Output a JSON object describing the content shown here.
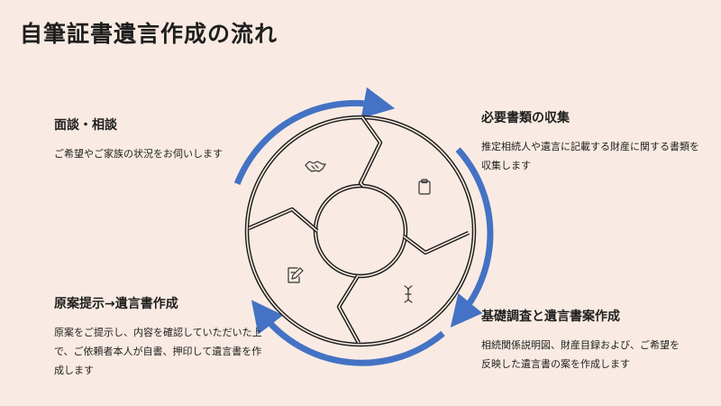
{
  "title": "自筆証書遺言作成の流れ",
  "steps": [
    {
      "title": "面談・相談",
      "description": "ご希望やご家族の状況をお伺いします",
      "icon": "handshake-icon"
    },
    {
      "title": "必要書類の収集",
      "description": "推定相続人や遺言に記載する財産に関する書類を収集します",
      "icon": "clipboard-icon"
    },
    {
      "title": "基礎調査と遺言書案作成",
      "description": "相続関係説明図、財産目録および、ご希望を反映した遺言書の案を作成します",
      "icon": "text-cursor-icon"
    },
    {
      "title": "原案提示→遺言書作成",
      "description": "原案をご提示し、内容を確認していただいた上で、ご依頼者本人が自書、押印して遺言書を作成します",
      "icon": "document-edit-icon"
    }
  ],
  "colors": {
    "background": "#f9ebe3",
    "arrow": "#4472c4",
    "outline": "#1e1e1e"
  }
}
